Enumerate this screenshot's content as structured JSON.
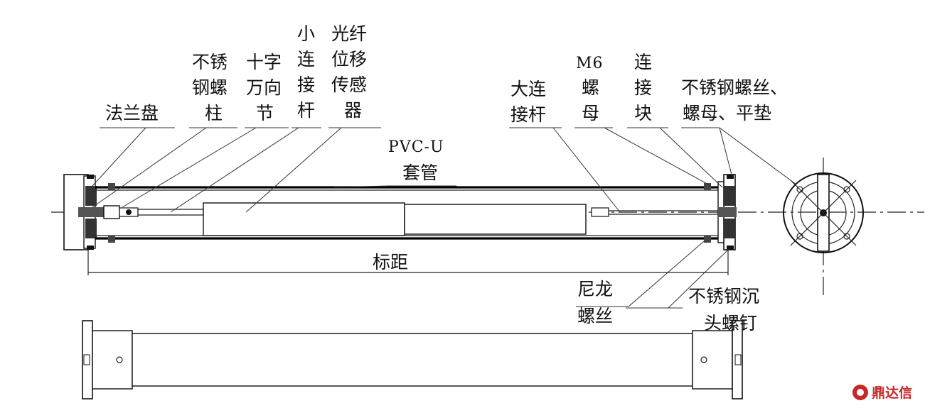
{
  "labels": {
    "flange": "法兰盘",
    "stainless_stud": [
      "不锈",
      "钢螺",
      "柱"
    ],
    "universal_joint": [
      "十字",
      "万向",
      "节"
    ],
    "small_rod": [
      "小",
      "连",
      "接",
      "杆"
    ],
    "fiber_sensor": [
      "光纤",
      "位移",
      "传感",
      "器"
    ],
    "pvc_sleeve": [
      "PVC-U",
      "套管"
    ],
    "big_rod": [
      "大连",
      "接杆"
    ],
    "m6_nut": [
      "M6",
      "螺",
      "母"
    ],
    "connector_block": [
      "连",
      "接",
      "块"
    ],
    "stainless_bolt_set": [
      "不锈钢螺丝、",
      "螺母、平垫"
    ],
    "gauge_length": "标距",
    "nylon_screw": [
      "尼龙",
      "螺丝"
    ],
    "countersunk_screw": [
      "不锈钢沉",
      "头螺钉"
    ]
  },
  "watermark": {
    "text": "鼎达信",
    "color": "#c62828"
  }
}
